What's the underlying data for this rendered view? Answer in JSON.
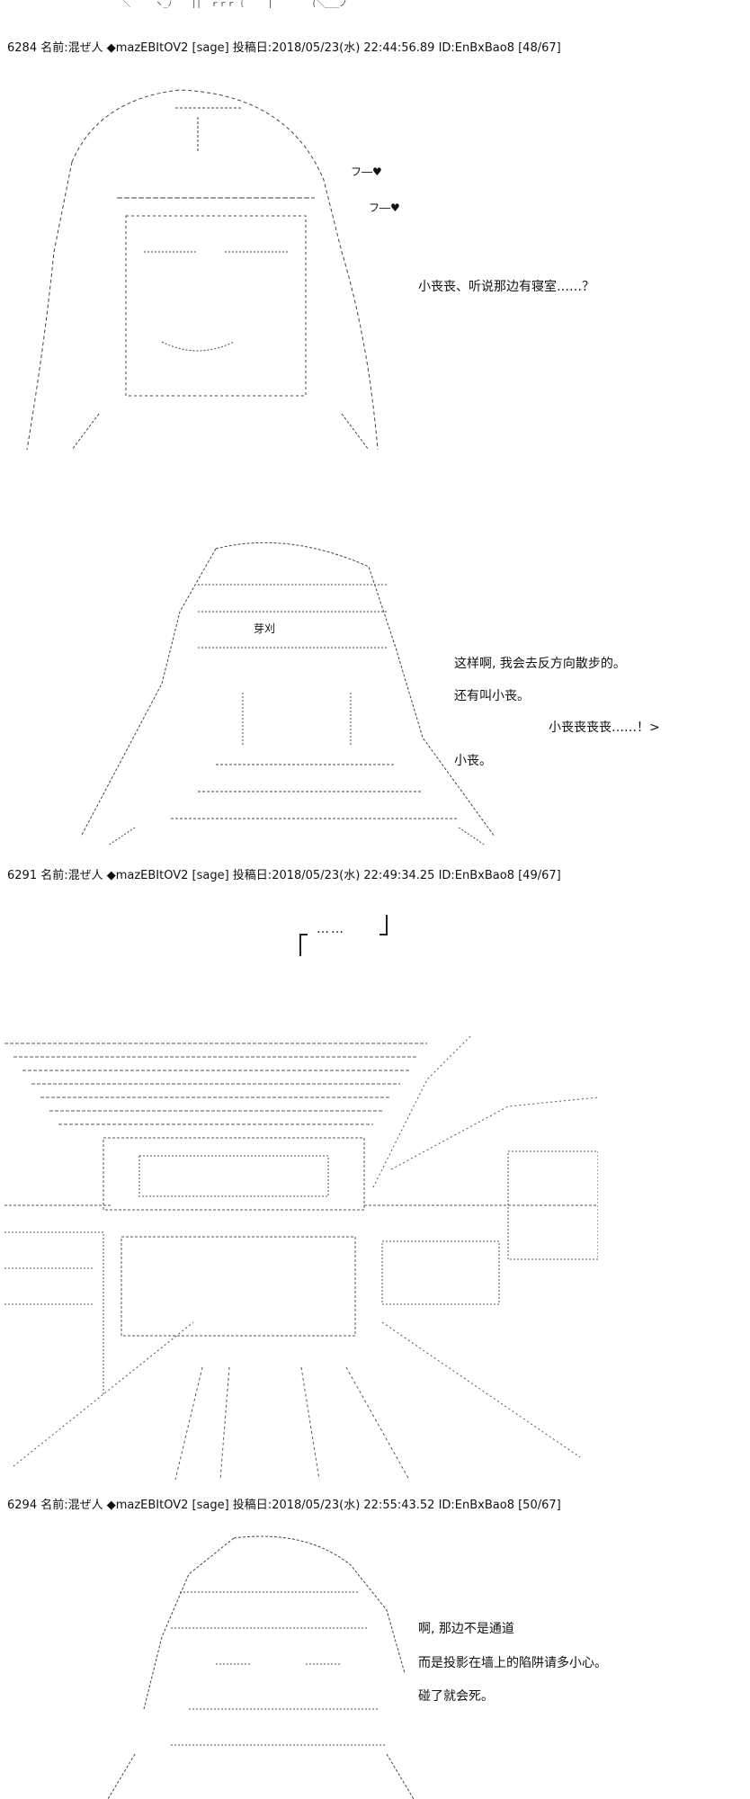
{
  "posts": [
    {
      "header": "6284 名前:混ぜ人 ◆mazEBItOV2 [sage] 投稿日:2018/05/23(水) 22:44:56.89 ID:EnBxBao8 [48/67]",
      "sfx1": "フ―♥",
      "sfx2": "フ―♥",
      "line1": "小丧丧、听说那边有寝室……？"
    },
    {
      "line1": "这样啊, 我会去反方向散步的。",
      "line2": "还有叫小丧。",
      "line3": "小丧丧丧丧……！>",
      "line4": "小丧。",
      "name_tag": "芽刈"
    },
    {
      "header": "6291 名前:混ぜ人 ◆mazEBItOV2 [sage] 投稿日:2018/05/23(水) 22:49:34.25 ID:EnBxBao8 [49/67]",
      "bracket_text": "……"
    },
    {
      "header": "6294 名前:混ぜ人 ◆mazEBItOV2 [sage] 投稿日:2018/05/23(水) 22:55:43.52 ID:EnBxBao8 [50/67]",
      "line1": "啊, 那边不是通道",
      "line2": "而是投影在墙上的陷阱请多小心。",
      "line3": "碰了就会死。"
    }
  ]
}
